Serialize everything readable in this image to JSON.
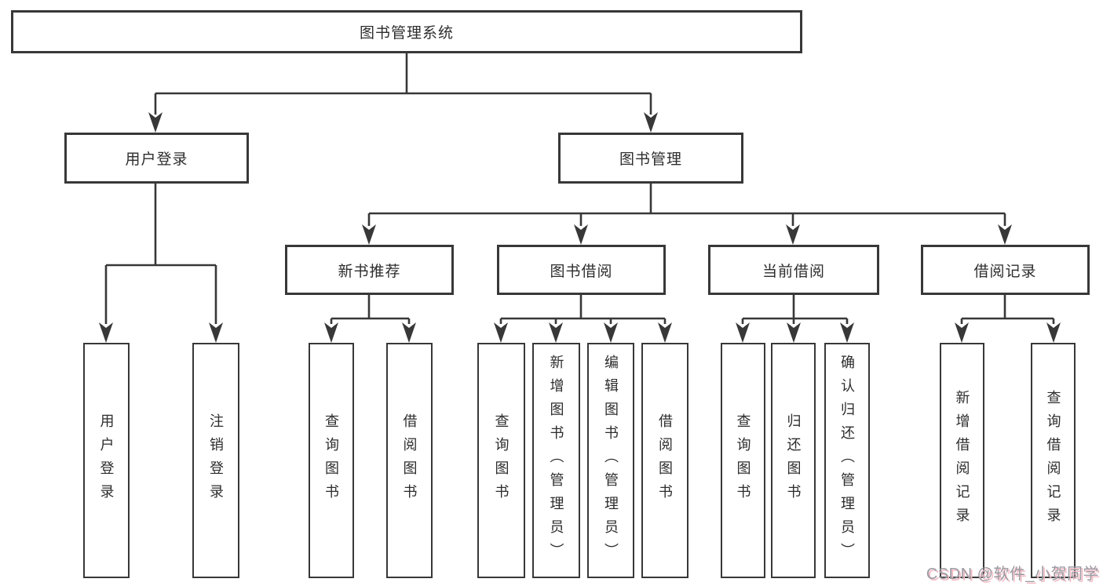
{
  "diagram_type": "function-structure-tree",
  "tree": {
    "label": "图书管理系统",
    "children": [
      {
        "label": "用户登录",
        "children": [
          {
            "label": "用户登录"
          },
          {
            "label": "注销登录"
          }
        ]
      },
      {
        "label": "图书管理",
        "children": [
          {
            "label": "新书推荐",
            "children": [
              {
                "label": "查询图书"
              },
              {
                "label": "借阅图书"
              }
            ]
          },
          {
            "label": "图书借阅",
            "children": [
              {
                "label": "查询图书"
              },
              {
                "label": "新增图书（管理员）"
              },
              {
                "label": "编辑图书（管理员）"
              },
              {
                "label": "借阅图书"
              }
            ]
          },
          {
            "label": "当前借阅",
            "children": [
              {
                "label": "查询图书"
              },
              {
                "label": "归还图书"
              },
              {
                "label": "确认归还（管理员）"
              }
            ]
          },
          {
            "label": "借阅记录",
            "children": [
              {
                "label": "新增借阅记录"
              },
              {
                "label": "查询借阅记录"
              }
            ]
          }
        ]
      }
    ]
  },
  "watermark": "CSDN @软件_小贺同学",
  "colors": {
    "line": "#383838",
    "text": "#2d2d2d",
    "background": "#ffffff",
    "watermark_text": "#9b9ba3",
    "watermark_shadow": "#f3bac3"
  }
}
